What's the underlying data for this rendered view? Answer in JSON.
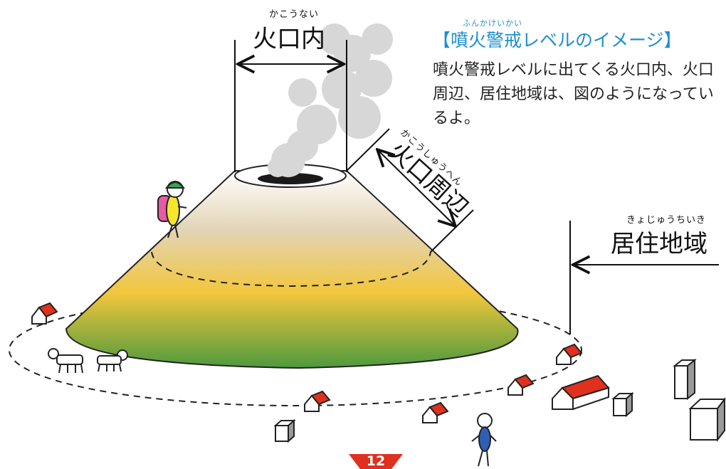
{
  "labels": {
    "crater": {
      "text": "火口内",
      "ruby": "かこうない"
    },
    "crater_vicinity": {
      "text": "火口周辺",
      "ruby": "かこうしゅうへん"
    },
    "residential": {
      "text": "居住地域",
      "ruby": "きょじゅうちいき"
    }
  },
  "info": {
    "title": "【噴火警戒レベルのイメージ】",
    "title_ruby": "ふんかけいかい",
    "body": "噴火警戒レベルに出てくる火口内、火口周辺、居住地域は、図のようになっているよ。"
  },
  "page_number": "12",
  "colors": {
    "accent": "#1c8fcf",
    "mountain_top": "#ffffff",
    "mountain_mid": "#f2c63c",
    "mountain_base": "#4e9a3e",
    "roof": "#e0301e",
    "page_badge": "#e0301e"
  }
}
